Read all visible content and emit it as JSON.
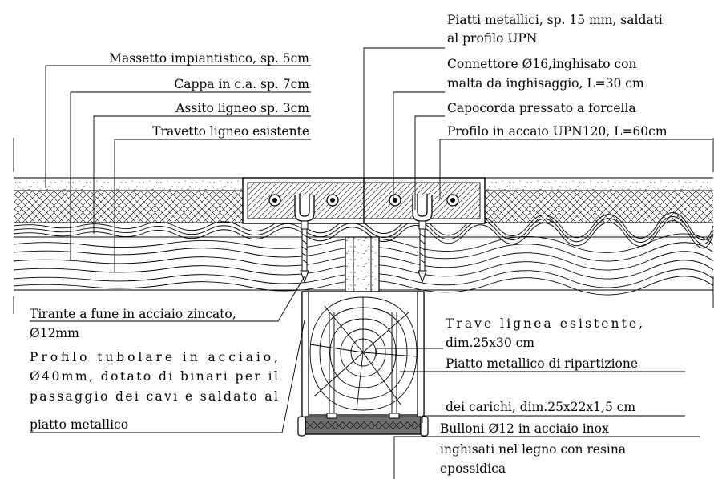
{
  "labels": {
    "piatti_1": "Piatti metallici, sp. 15 mm, saldati",
    "piatti_2": "al profilo UPN",
    "massetto": "Massetto impiantistico, sp. 5cm",
    "connettore_1": "Connettore Ø16,inghisato con",
    "connettore_2": "malta da inghisaggio, L=30 cm",
    "cappa": "Cappa in c.a. sp. 7cm",
    "assito": "Assito ligneo sp. 3cm",
    "capocorda": "Capocorda pressato a forcella",
    "travetto": "Travetto ligneo esistente",
    "profilo_upn": "Profilo in accaio UPN120, L=60cm",
    "tirante_1": "Tirante a fune in acciaio zincato,",
    "tirante_2": "Ø12mm",
    "tubolare_1": "Profilo tubolare in acciaio,",
    "tubolare_2": "Ø40mm, dotato di binari per il",
    "tubolare_3": "passaggio dei cavi e saldato al",
    "tubolare_4": "piatto metallico",
    "trave_1": "Trave lignea esistente,",
    "trave_2": "dim.25x30 cm",
    "ripartizione_1": "Piatto metallico di ripartizione",
    "ripartizione_2": "dei carichi, dim.25x22x1,5 cm",
    "bulloni_1": "Bulloni Ø12 in acciaio inox",
    "bulloni_2": "inghisati nel legno con resina",
    "bulloni_3": "epossidica"
  },
  "colors": {
    "line": "#000000",
    "background": "#ffffff",
    "plate_fill": "#6f6f6f"
  }
}
